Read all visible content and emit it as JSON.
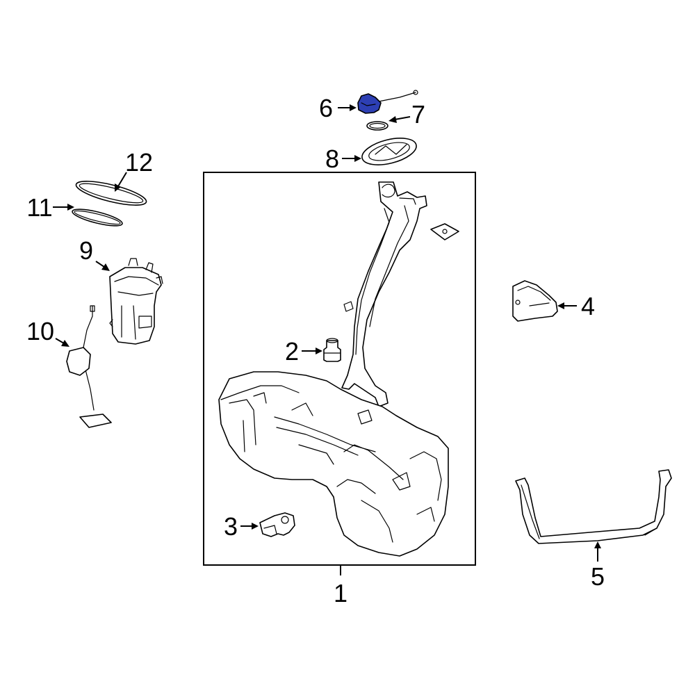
{
  "callouts": {
    "c1": "1",
    "c2": "2",
    "c3": "3",
    "c4": "4",
    "c5": "5",
    "c6": "6",
    "c7": "7",
    "c8": "8",
    "c9": "9",
    "c10": "10",
    "c11": "11",
    "c12": "12"
  },
  "colors": {
    "highlight_part": "#2d3fb4",
    "line": "#000000",
    "background": "#ffffff"
  },
  "highlighted_callout": "6"
}
